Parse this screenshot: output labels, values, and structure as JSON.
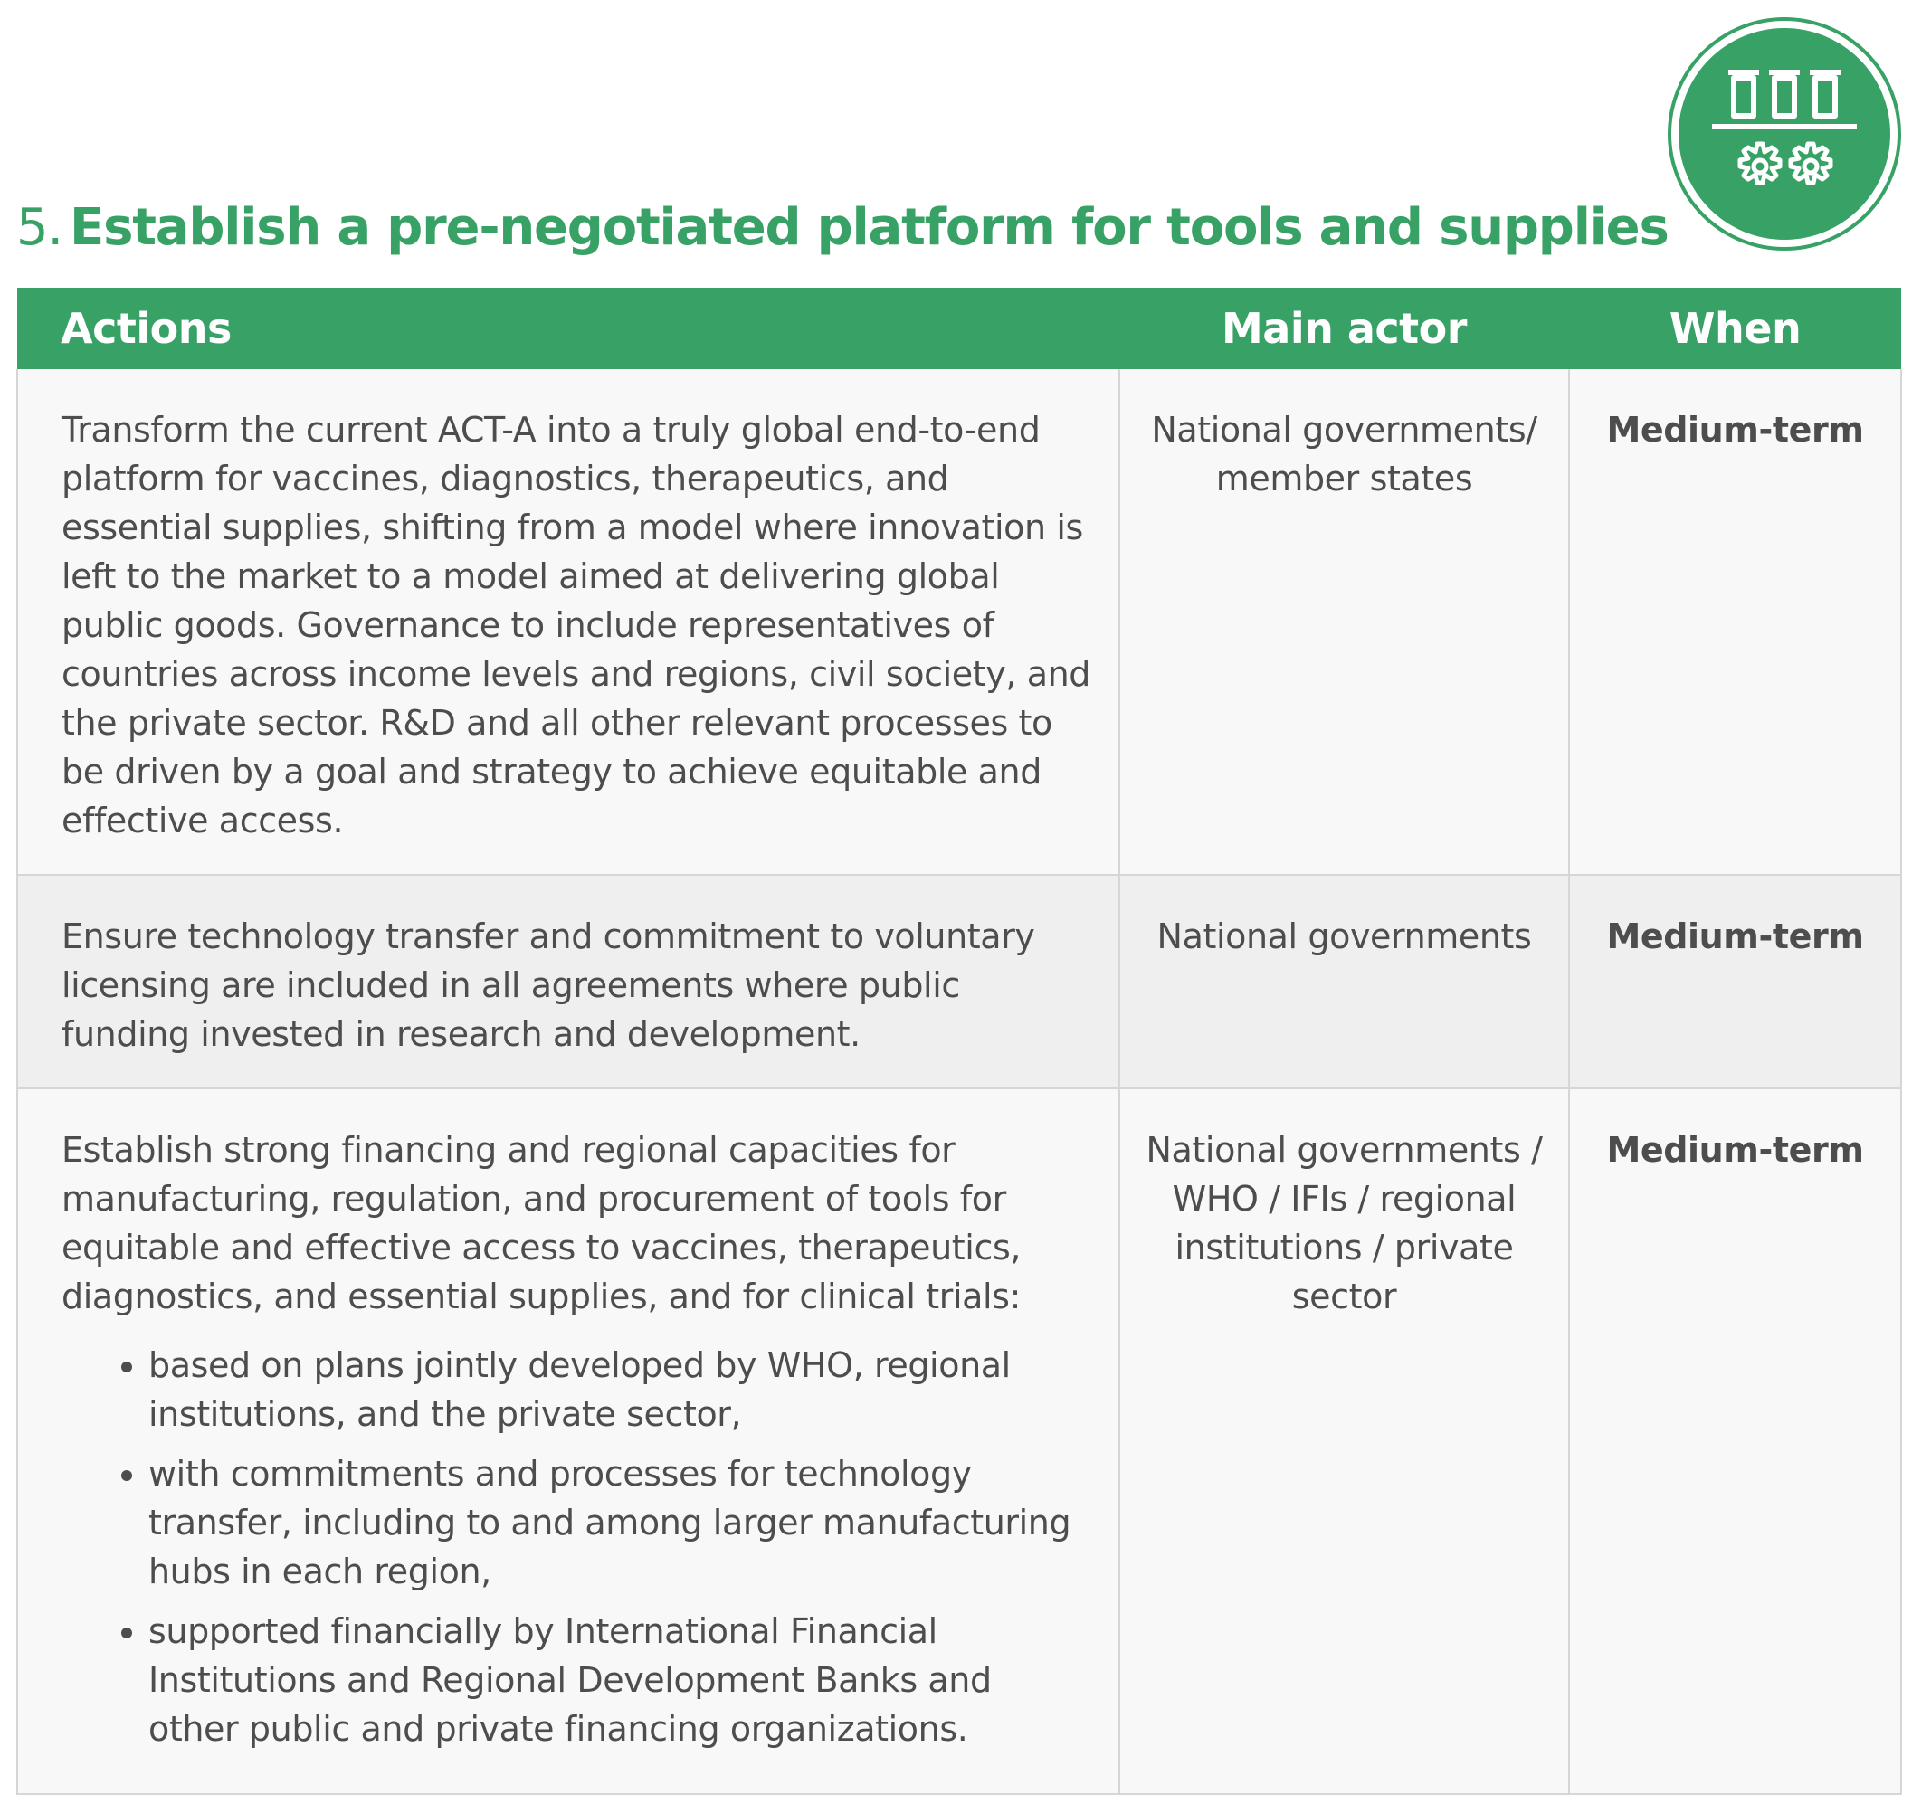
{
  "section": {
    "number": "5.",
    "title": "Establish a pre-negotiated platform for tools and supplies",
    "logo_icon": "vials-and-gears-icon",
    "accent_color": "#38a266"
  },
  "table": {
    "headers": {
      "actions": "Actions",
      "main_actor": "Main actor",
      "when": "When"
    },
    "rows": [
      {
        "action": "Transform the current ACT-A into a truly global end-to-end platform for vaccines, diagnostics, therapeutics, and essential supplies, shifting from a model where innovation is left to the market to a model aimed at delivering global public goods.  Governance to include representatives of countries across income levels and regions, civil society, and the private sector.  R&D and all other relevant processes to be driven by a goal and strategy to achieve equitable and effective access.",
        "actor": "National governments/ member states",
        "when": "Medium-term"
      },
      {
        "action": "Ensure technology transfer and commitment to voluntary licensing are included in all agreements where public funding invested in research and development.",
        "actor": "National governments",
        "when": "Medium-term"
      },
      {
        "action": "Establish strong financing and regional capacities for manufacturing, regulation, and procurement of tools for equitable and effective access to vaccines, therapeutics, diagnostics, and essential supplies, and for clinical trials:",
        "bullets": [
          "based on plans jointly developed by WHO, regional institutions, and the private sector,",
          "with commitments and processes for technology transfer, including to and among larger manufacturing hubs in each region,",
          "supported financially by International Financial Institutions and Regional Development Banks and other public and private financing organizations."
        ],
        "actor": "National governments / WHO / IFIs / regional institutions / private sector",
        "when": "Medium-term"
      }
    ]
  }
}
